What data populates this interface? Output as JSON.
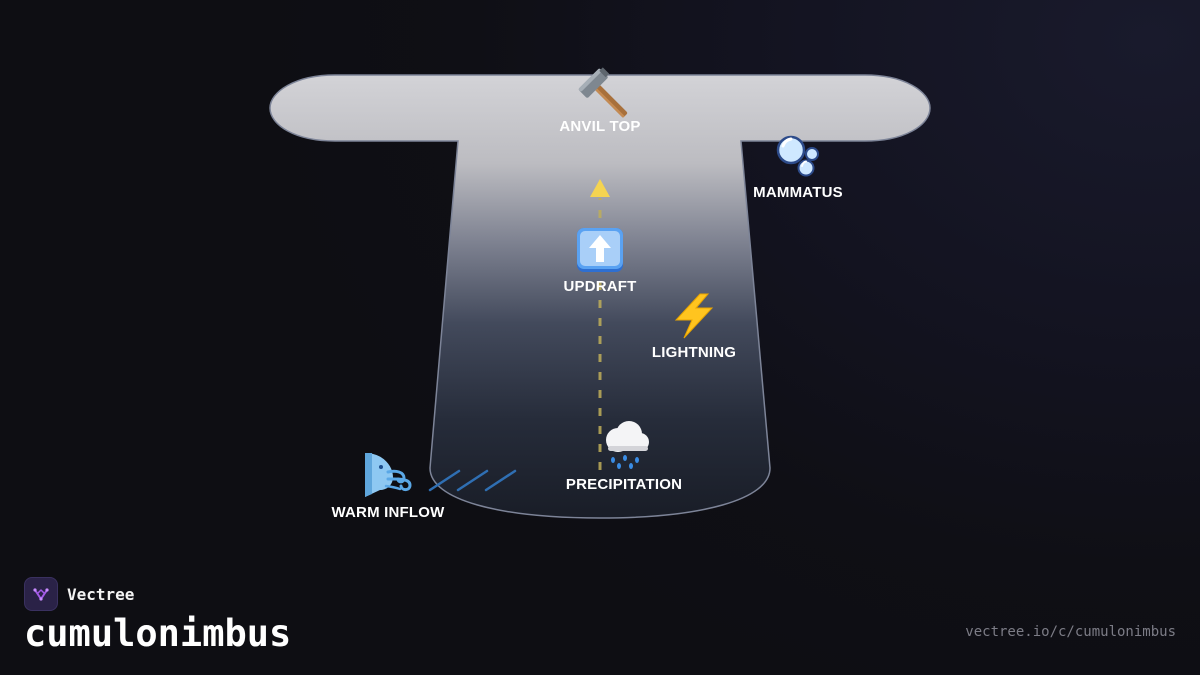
{
  "diagram": {
    "labels": {
      "anvil_top": "ANVIL TOP",
      "mammatus": "MAMMATUS",
      "updraft": "UPDRAFT",
      "lightning": "LIGHTNING",
      "precipitation": "PRECIPITATION",
      "warm_inflow": "WARM INFLOW"
    },
    "icons": {
      "anvil_top": "hammer-icon",
      "mammatus": "bubbles-icon",
      "updraft": "up-arrow-icon",
      "lightning": "lightning-icon",
      "precipitation": "rain-cloud-icon",
      "warm_inflow": "wind-icon"
    },
    "colors": {
      "cloud_top": "#d2d2d6",
      "cloud_bottom": "#1a1e29",
      "cloud_outline": "#7d8498",
      "updraft_arrow": "#f5d451",
      "inflow_lines": "#2f6fb3"
    }
  },
  "footer": {
    "brand_name": "Vectree",
    "title": "cumulonimbus",
    "url": "vectree.io/c/cumulonimbus"
  }
}
